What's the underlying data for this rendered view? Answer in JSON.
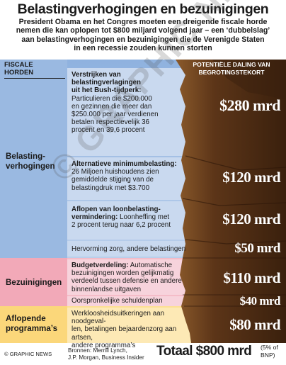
{
  "header": {
    "title": "Belastingverhogingen en bezuinigingen",
    "subtitle_lines": [
      "President Obama en het Congres moeten een dreigende fiscale horde",
      "nemen die kan oplopen tot $800 miljard volgend jaar – een ‘dubbelslag’",
      "aan belastingverhogingen en bezuinigingen die de Verenigde Staten",
      "in een recessie zouden kunnen storten"
    ]
  },
  "columns": {
    "left_header_lines": [
      "FISCALE",
      "HORDEN"
    ],
    "right_header_lines": [
      "POTENTIËLE DALING VAN",
      "BEGROTINGSTEKORT"
    ]
  },
  "categories": {
    "tax_lines": [
      "Belasting-",
      "verhogingen"
    ],
    "cuts": "Bezuinigingen",
    "expiring_lines": [
      "Aflopende",
      "programma’s"
    ]
  },
  "items": {
    "bush": {
      "heading_lines": [
        "Verstrijken van",
        "belastingverlagingen",
        "uit het Bush-tijdperk:"
      ],
      "body_lines": [
        "Particulieren die $200.000",
        "en gezinnen die meer dan",
        "$250.000 per jaar verdienen",
        "betalen respectievelijk 36",
        "procent en 39,6 procent"
      ],
      "amount": "$280 mrd"
    },
    "amt": {
      "heading": "Alternatieve minimumbelasting:",
      "body_lines": [
        "26 Miljoen huishoudens zien",
        "gemiddelde stijging van de",
        "belastingdruk met $3.700"
      ],
      "amount": "$120 mrd"
    },
    "payroll": {
      "heading_lines": [
        "Aflopen van loonbelasting-",
        "vermindering:"
      ],
      "body_inline": " Loonheffing met",
      "body_lines": [
        "2 procent terug naar 6,2 procent"
      ],
      "amount": "$120 mrd"
    },
    "healthcare": {
      "text": "Hervorming zorg, andere belastingen",
      "amount": "$50 mrd"
    },
    "budget": {
      "heading": "Budgetverdeling:",
      "body_inline": " Automatische",
      "body_lines": [
        "bezuinigingen worden gelijkmatig",
        "verdeeld tussen defensie en andere",
        "binnenlandse uitgaven"
      ],
      "amount": "$110 mrd"
    },
    "debt_plan": {
      "text": "Oorspronkelijke schuldenplan",
      "amount": "$40 mrd"
    },
    "unemployment": {
      "lines": [
        "Werkloosheidsuitkeringen aan noodgeval-",
        "len, betalingen bejaardenzorg aan artsen,",
        "andere programma’s"
      ],
      "amount": "$80 mrd"
    }
  },
  "footer": {
    "credit": "© GRAPHIC NEWS",
    "sources_lines": [
      "Bronnen: Merrill Lynch,",
      "J.P. Morgan, Business Insider"
    ],
    "total": "Totaal $800 mrd",
    "pct_lines": [
      "(5% of",
      "BNP)"
    ]
  },
  "watermark": "© GRAPHIC NEWS",
  "colors": {
    "blue_band": "#9ab9e1",
    "blue_box": "#c9d9ef",
    "pink_band": "#f2a9b8",
    "pink_box": "#f7d3dc",
    "yellow_band": "#fbd77a",
    "yellow_box": "#fde9b5",
    "rock_dark": "#4a2b14",
    "rock_mid": "#7b4a24"
  }
}
